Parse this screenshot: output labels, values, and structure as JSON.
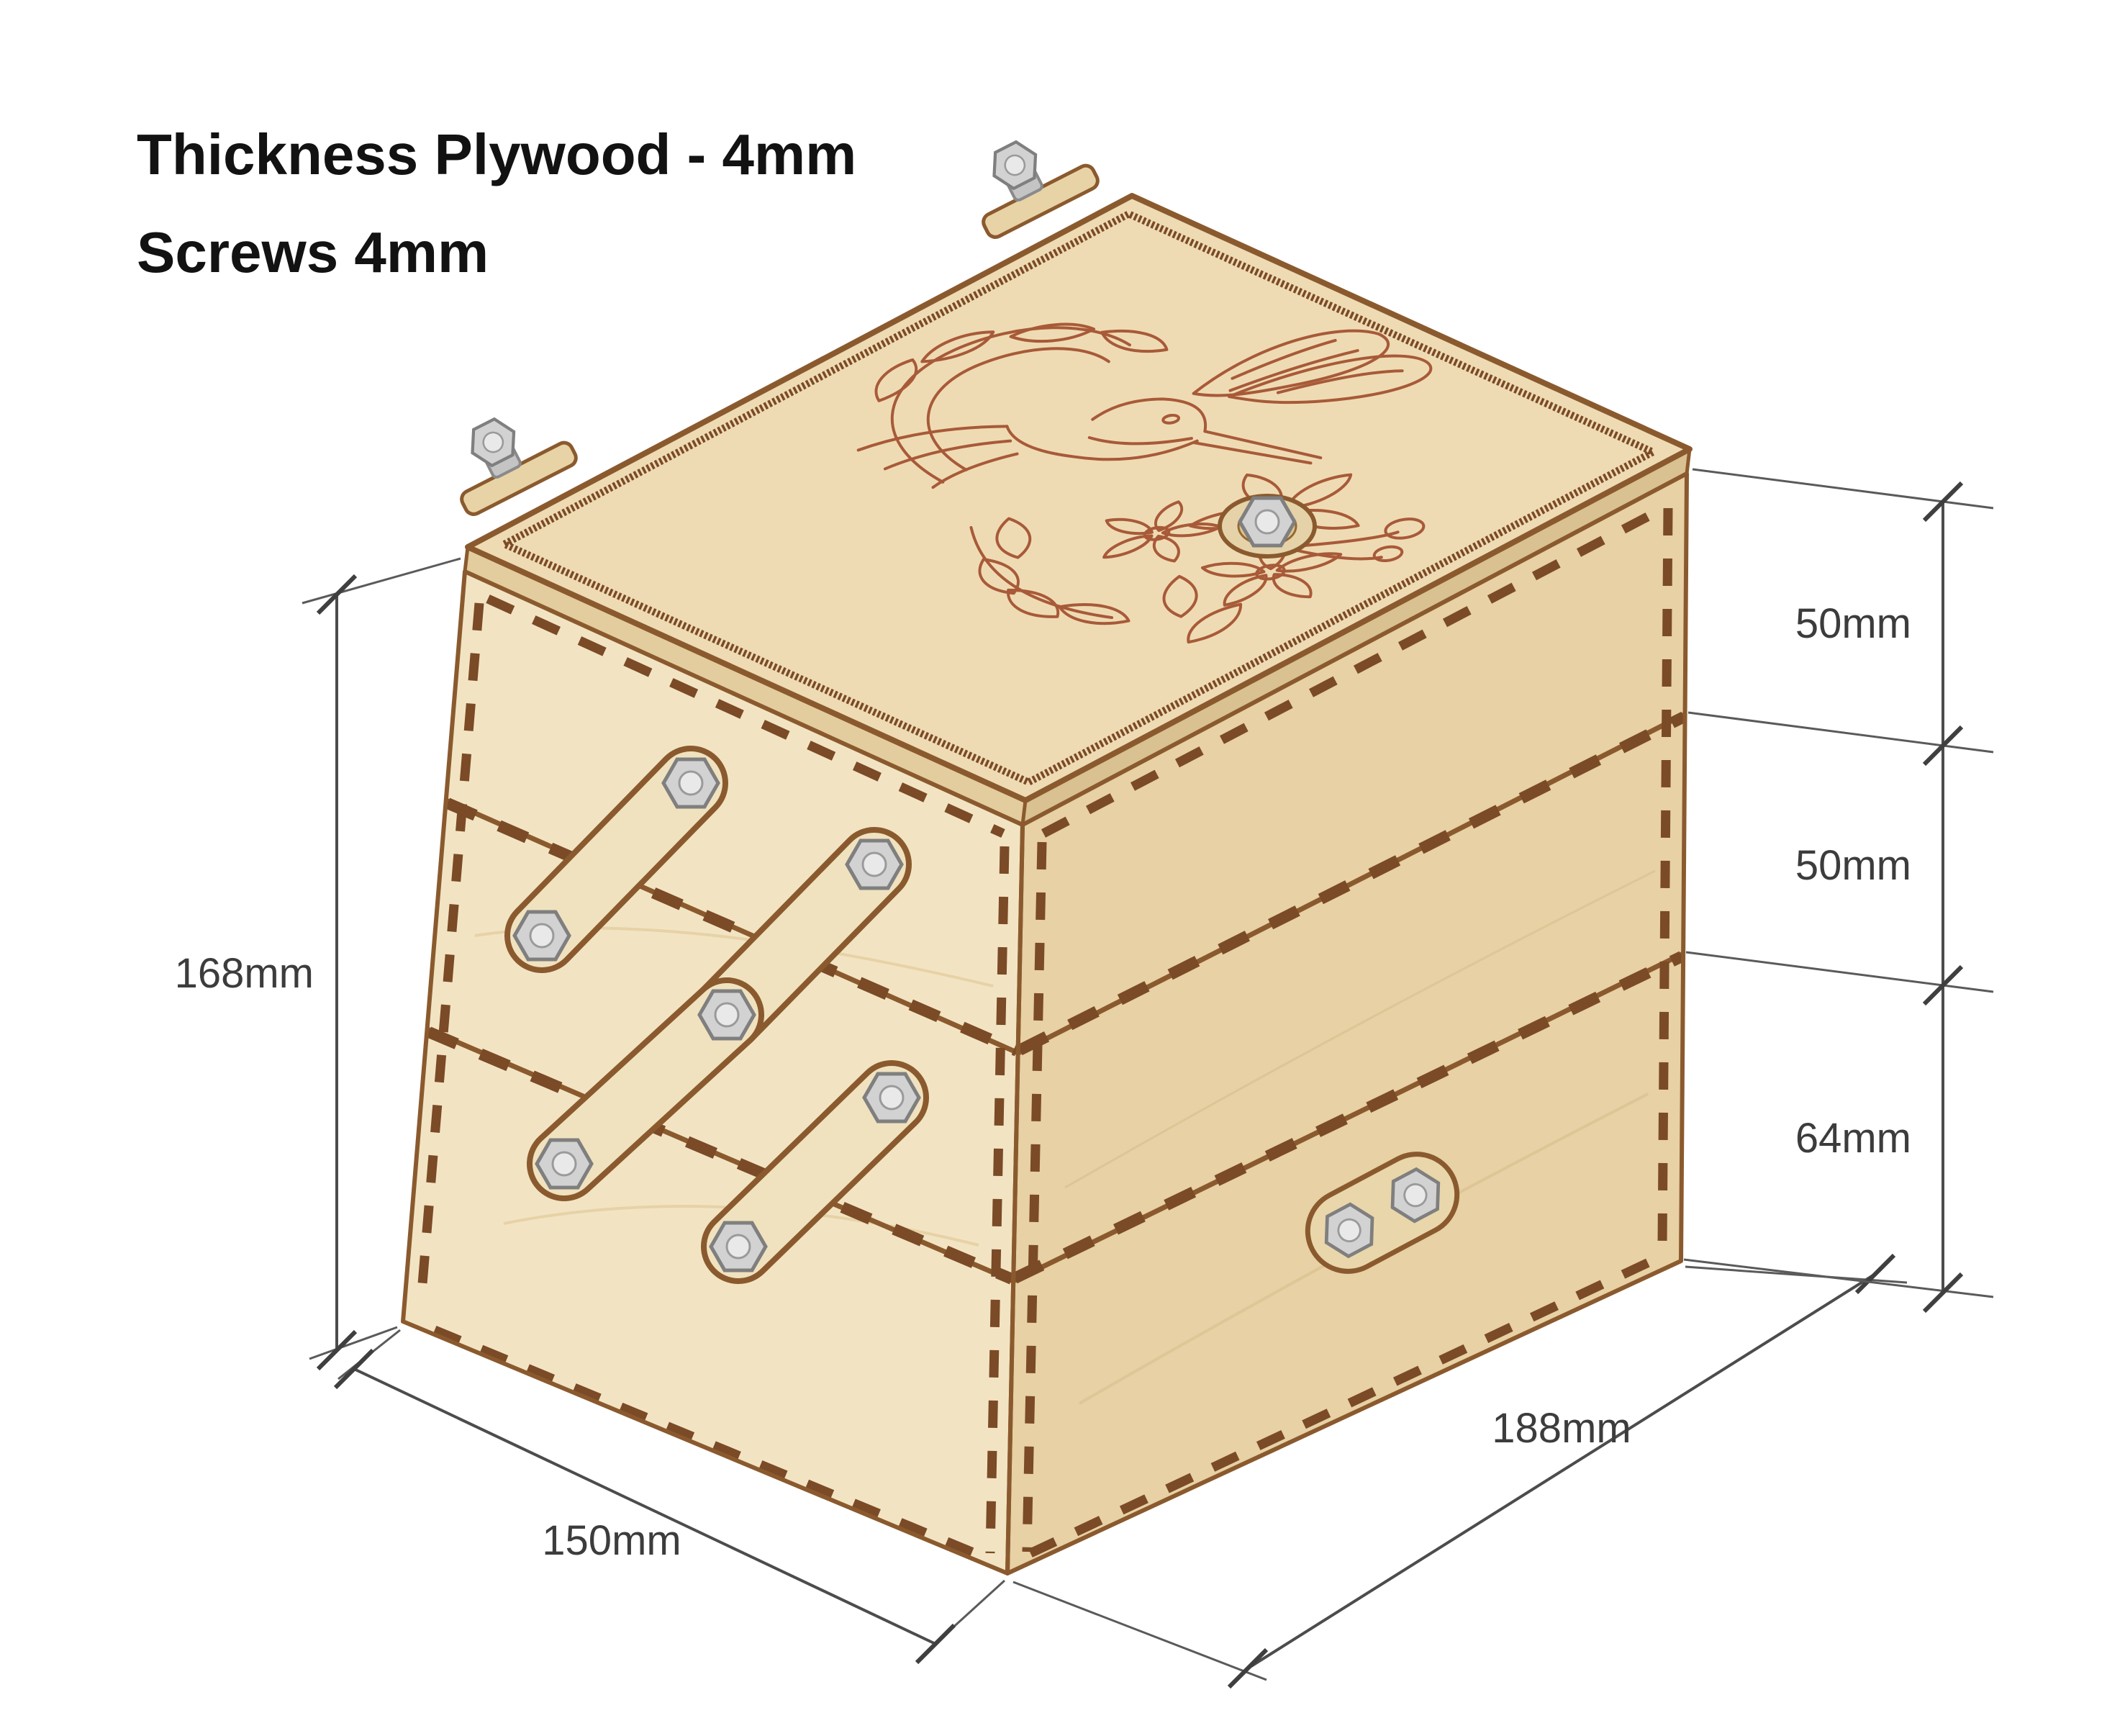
{
  "title_block": {
    "line1": "Thickness Plywood - 4mm",
    "line2": "Screws 4mm"
  },
  "dimensions": {
    "overall_height": "168mm",
    "depth": "150mm",
    "width": "188mm",
    "sections": [
      "50mm",
      "50mm",
      "64mm"
    ]
  },
  "engraving": {
    "subject": "hummingbird with flowers"
  },
  "colors": {
    "background": "#ffffff",
    "plywood_top": "#eedbb4",
    "plywood_front": "#f2e4c3",
    "plywood_side": "#e7d1a5",
    "edge_brown": "#8a5a2e",
    "joint_dark": "#7b4a26",
    "engraving_red": "#a85a38",
    "hardware_silver": "#d2d2d2",
    "dimension_gray": "#4c4c4c",
    "text_dark": "#121212"
  }
}
